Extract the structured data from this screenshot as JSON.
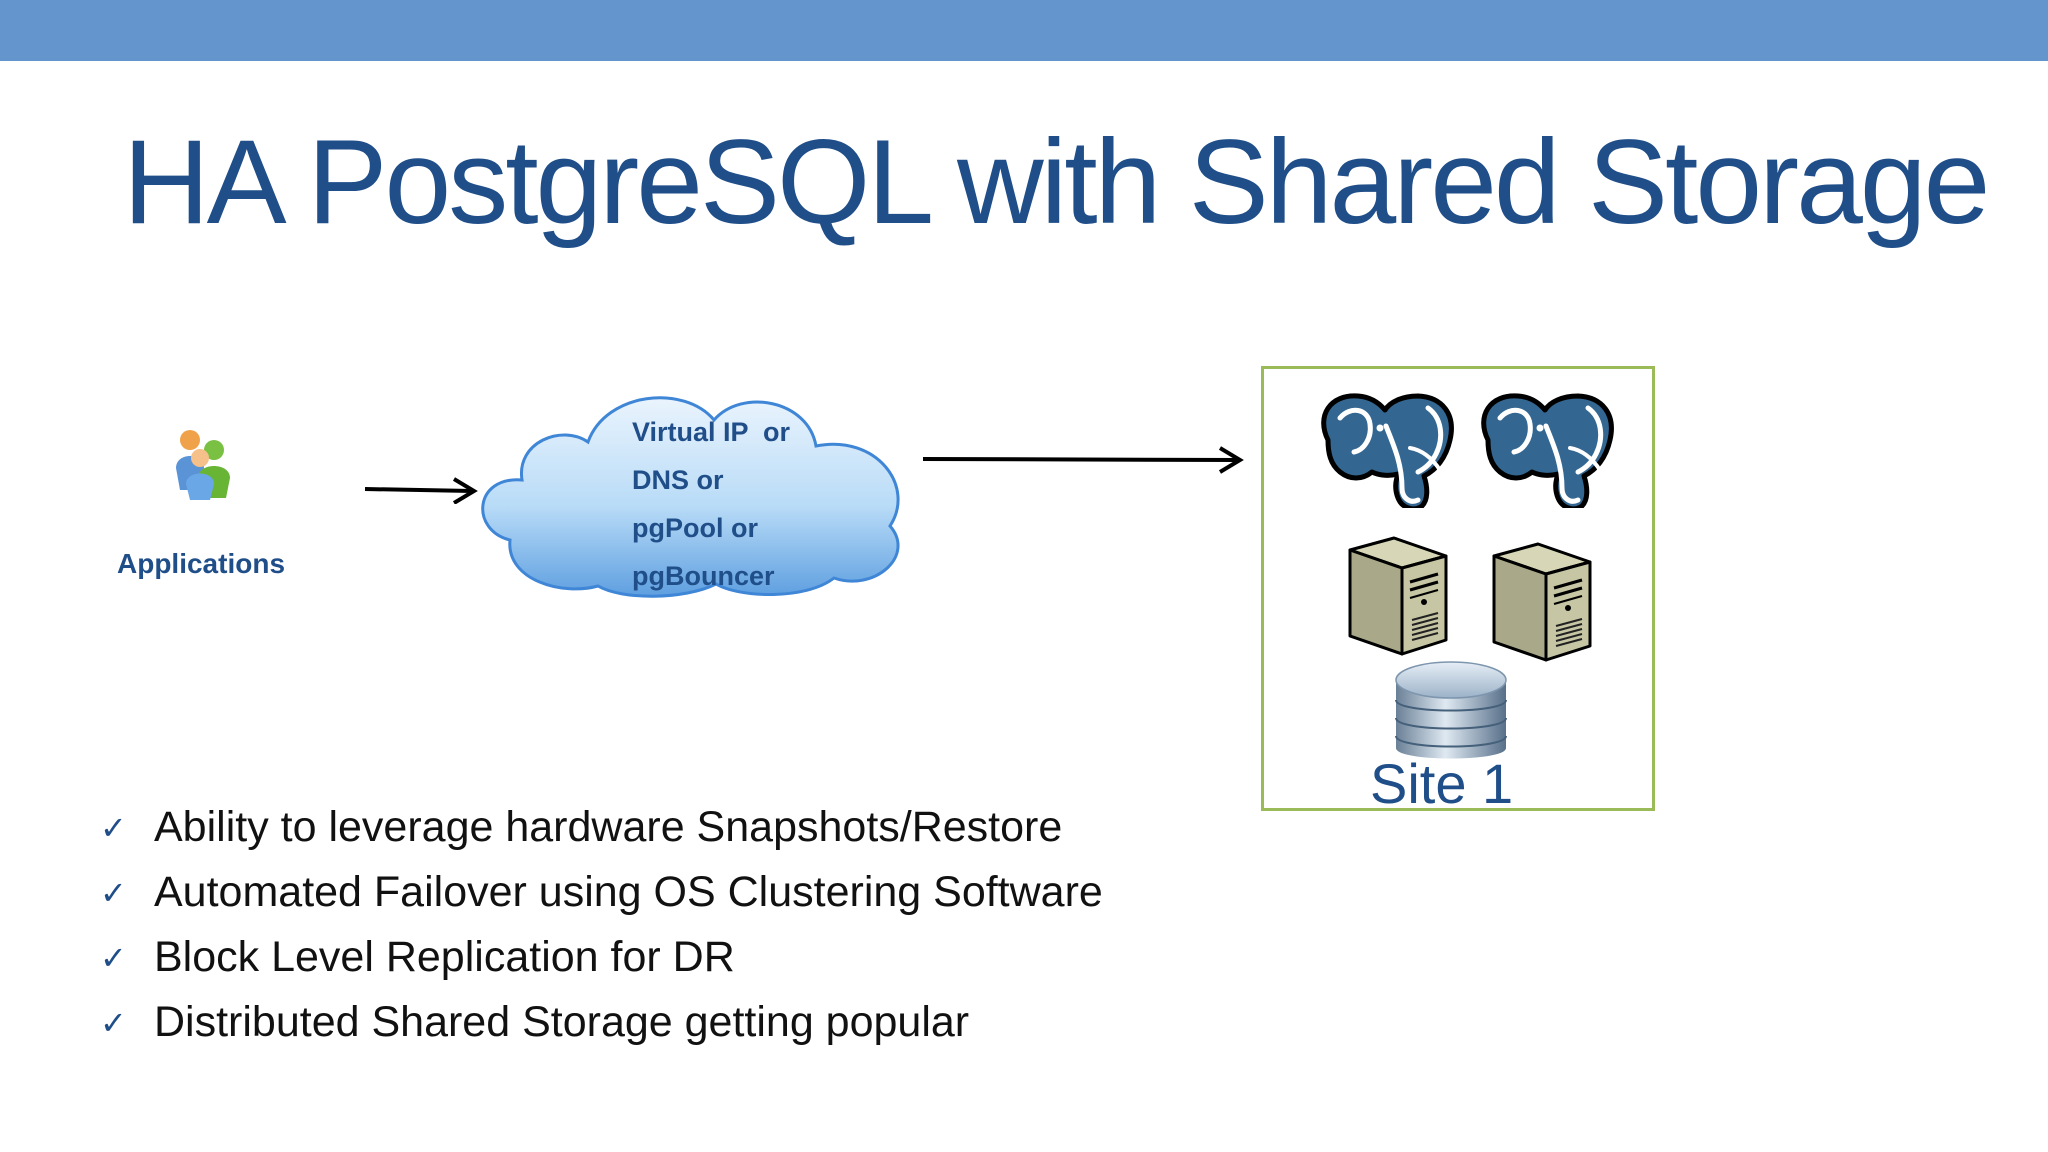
{
  "slide": {
    "title": "HA PostgreSQL with Shared Storage",
    "colors": {
      "top_bar": "#6495cc",
      "title": "#1f4e89",
      "site_border": "#9bbb59"
    }
  },
  "diagram": {
    "applications": {
      "icon": "users-icon",
      "label": "Applications"
    },
    "cloud": {
      "icon": "cloud-icon",
      "lines": [
        "Virtual IP  or",
        "DNS or",
        "pgPool or",
        "pgBouncer"
      ]
    },
    "site": {
      "label": "Site 1",
      "icons": [
        "postgresql-elephant-icon",
        "postgresql-elephant-icon",
        "server-icon",
        "server-icon",
        "database-icon"
      ]
    }
  },
  "bullets": [
    "Ability to leverage hardware Snapshots/Restore",
    "Automated Failover using OS Clustering Software",
    "Block Level Replication for DR",
    "Distributed Shared Storage getting popular"
  ]
}
